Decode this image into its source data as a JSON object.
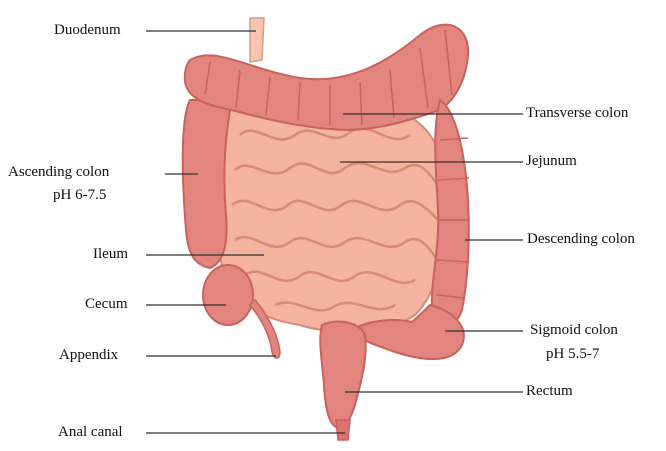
{
  "labels": {
    "duodenum": "Duodenum",
    "transverse_colon": "Transverse colon",
    "jejunum": "Jejunum",
    "ascending_colon": "Ascending colon",
    "ascending_ph": "pH 6-7.5",
    "descending_colon": "Descending colon",
    "ileum": "Ileum",
    "cecum": "Cecum",
    "sigmoid_colon": "Sigmoid colon",
    "sigmoid_ph": "pH 5.5-7",
    "appendix": "Appendix",
    "rectum": "Rectum",
    "anal_canal": "Anal canal"
  },
  "colors": {
    "colon": "#e3857f",
    "colon_dark": "#c9615c",
    "small_intestine": "#f4b49f",
    "small_intestine_dark": "#d88a77",
    "duodenum": "#f6c6b0",
    "leader_line": "#333333"
  }
}
